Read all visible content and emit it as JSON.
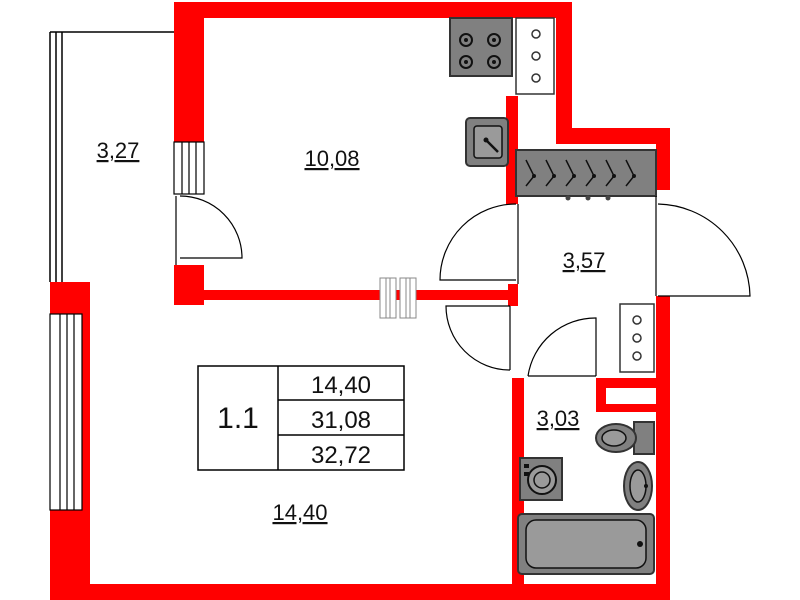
{
  "colors": {
    "wall": "#ff0000",
    "fixture_fill": "#808080",
    "fixture_stroke": "#333333",
    "line": "#000000",
    "background": "#ffffff"
  },
  "rooms": {
    "balcony_area": "3,27",
    "kitchen_area": "10,08",
    "hall_area": "3,57",
    "bathroom_area": "3,03",
    "living_area": "14,40"
  },
  "summary": {
    "apartment_number": "1.1",
    "living_area": "14,40",
    "total_area_without_balcony": "31,08",
    "total_area_with_balcony": "32,72"
  },
  "icons": [
    "stove-icon",
    "kitchen-sink-icon",
    "wardrobe-hangers-icon",
    "toilet-icon",
    "washbasin-icon",
    "washing-machine-icon",
    "bathtub-icon",
    "radiator-icon"
  ]
}
